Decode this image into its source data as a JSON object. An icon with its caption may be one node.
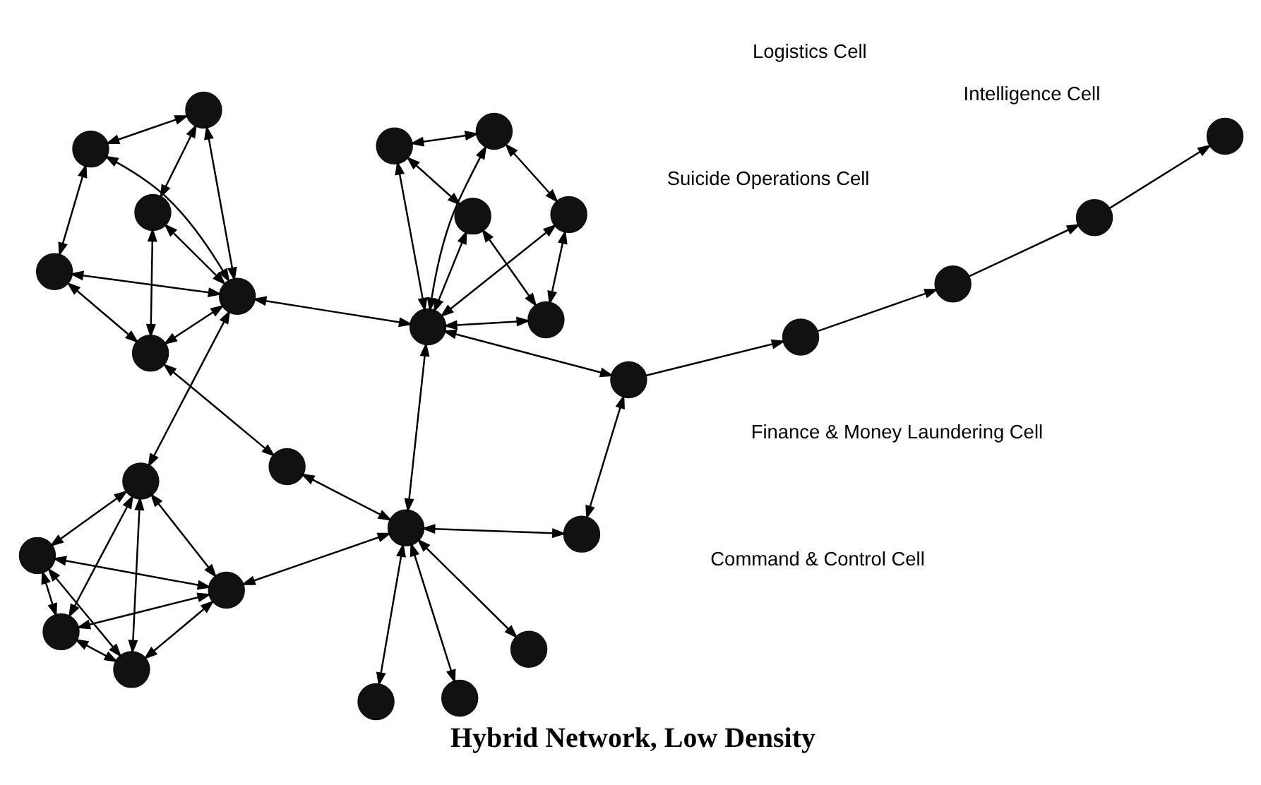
{
  "diagram": {
    "title": "Hybrid Network, Low Density",
    "nodes": [
      {
        "text": [],
        "shape": "circle"
      },
      {
        "text": [],
        "shape": "circle"
      },
      {
        "text": [],
        "shape": "circle"
      },
      {
        "text": [],
        "shape": "circle"
      },
      {
        "text": [],
        "shape": "circle"
      },
      {
        "text": [],
        "shape": "circle"
      },
      {
        "text": [],
        "shape": "circle"
      },
      {
        "text": [],
        "shape": "circle"
      },
      {
        "text": [],
        "shape": "circle"
      },
      {
        "text": [],
        "shape": "circle"
      },
      {
        "text": [],
        "shape": "circle"
      },
      {
        "text": [],
        "shape": "circle"
      },
      {
        "text": [],
        "shape": "circle"
      },
      {
        "text": [],
        "shape": "circle"
      },
      {
        "text": [],
        "shape": "circle"
      },
      {
        "text": [],
        "shape": "circle"
      },
      {
        "text": [],
        "shape": "circle"
      },
      {
        "text": [],
        "shape": "circle"
      },
      {
        "text": [],
        "shape": "circle"
      },
      {
        "text": [],
        "shape": "circle"
      },
      {
        "text": [],
        "shape": "circle"
      },
      {
        "text": [],
        "shape": "circle"
      },
      {
        "text": [],
        "shape": "circle"
      },
      {
        "text": [],
        "shape": "circle"
      },
      {
        "text": [],
        "shape": "circle"
      },
      {
        "text": [],
        "shape": "circle"
      },
      {
        "text": [],
        "shape": "circle"
      },
      {
        "text": [],
        "shape": "circle"
      }
    ],
    "edges": [
      {
        "from": 1,
        "to": 0,
        "arrow": "both"
      },
      {
        "from": 0,
        "to": 2,
        "arrow": "both"
      },
      {
        "from": 1,
        "to": 2,
        "arrow": "both"
      },
      {
        "from": 1,
        "to": 3,
        "arrow": "both"
      },
      {
        "from": 0,
        "to": 3,
        "arrow": "both"
      },
      {
        "from": 0,
        "to": 4,
        "arrow": "both"
      },
      {
        "from": 2,
        "to": 3,
        "arrow": "both"
      },
      {
        "from": 1,
        "to": 4,
        "arrow": "both"
      },
      {
        "from": 2,
        "to": 4,
        "arrow": "both"
      },
      {
        "from": 3,
        "to": 4,
        "arrow": "both"
      },
      {
        "from": 2,
        "to": 8,
        "arrow": "both"
      },
      {
        "from": 4,
        "to": 20,
        "arrow": "both"
      },
      {
        "from": 5,
        "to": 8,
        "arrow": "both"
      },
      {
        "from": 6,
        "to": 8,
        "arrow": "both"
      },
      {
        "from": 7,
        "to": 8,
        "arrow": "both"
      },
      {
        "from": 8,
        "to": 9,
        "arrow": "both"
      },
      {
        "from": 8,
        "to": 10,
        "arrow": "both"
      },
      {
        "from": 8,
        "to": 13,
        "arrow": "both"
      },
      {
        "from": 7,
        "to": 23,
        "arrow": "both"
      },
      {
        "from": 10,
        "to": 21,
        "arrow": "both"
      },
      {
        "from": 11,
        "to": 12,
        "arrow": "both"
      },
      {
        "from": 11,
        "to": 13,
        "arrow": "both"
      },
      {
        "from": 11,
        "to": 14,
        "arrow": "both"
      },
      {
        "from": 12,
        "to": 13,
        "arrow": "both"
      },
      {
        "from": 12,
        "to": 15,
        "arrow": "both"
      },
      {
        "from": 14,
        "to": 13,
        "arrow": "both"
      },
      {
        "from": 13,
        "to": 15,
        "arrow": "both"
      },
      {
        "from": 14,
        "to": 16,
        "arrow": "both"
      },
      {
        "from": 15,
        "to": 16,
        "arrow": "both"
      },
      {
        "from": 13,
        "to": 16,
        "arrow": "both"
      },
      {
        "from": 13,
        "to": 23,
        "arrow": "both"
      },
      {
        "from": 20,
        "to": 13,
        "arrow": "both"
      },
      {
        "from": 17,
        "to": 18,
        "arrow": "both"
      },
      {
        "from": 17,
        "to": 19,
        "arrow": "both"
      },
      {
        "from": 17,
        "to": 20,
        "arrow": "both"
      },
      {
        "from": 18,
        "to": 20,
        "arrow": "both"
      },
      {
        "from": 18,
        "to": 21,
        "arrow": "both"
      },
      {
        "from": 19,
        "to": 20,
        "arrow": "both"
      },
      {
        "from": 20,
        "to": 21,
        "arrow": "both"
      },
      {
        "from": 20,
        "to": 22,
        "arrow": "both"
      },
      {
        "from": 19,
        "to": 22,
        "arrow": "both"
      },
      {
        "from": 22,
        "to": 21,
        "arrow": "both"
      },
      {
        "from": 23,
        "to": 24,
        "arrow": "to"
      },
      {
        "from": 24,
        "to": 25,
        "arrow": "to"
      },
      {
        "from": 25,
        "to": 26,
        "arrow": "to"
      },
      {
        "from": 26,
        "to": 27,
        "arrow": "to"
      }
    ],
    "labels": [
      "Command & Control Cell",
      "Logistics Cell",
      "Suicide Operations Cell",
      "Intelligence Cell",
      "Finance & Money Laundering Cell"
    ]
  }
}
